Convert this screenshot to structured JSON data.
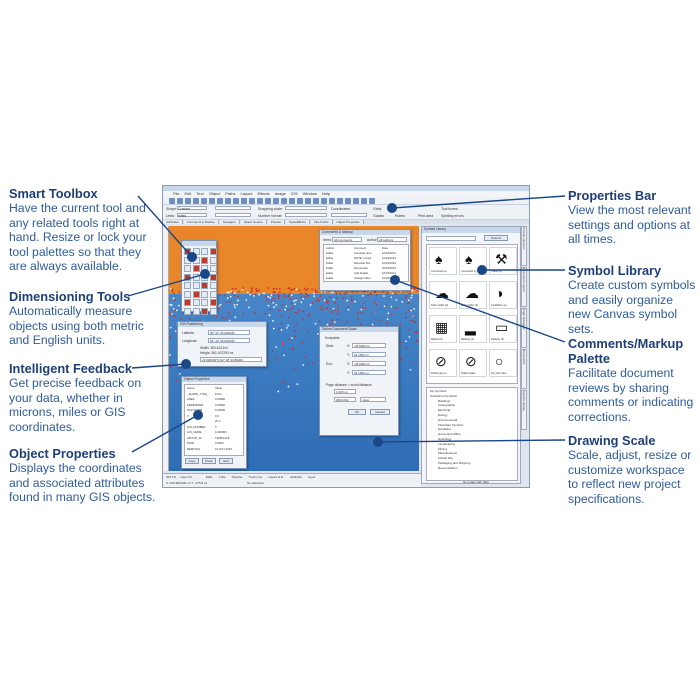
{
  "callouts_left": [
    {
      "title": "Smart Toolbox",
      "text": "Have the current tool and any related tools right at hand. Resize or lock your tool palettes so that they are always available."
    },
    {
      "title": "Dimensioning Tools",
      "text": "Automatically measure objects using both metric and English units."
    },
    {
      "title": "Intelligent Feedback",
      "text": "Get precise feedback on your data, whether in microns, miles or GIS coordinates."
    },
    {
      "title": "Object Properties",
      "text": "Displays the coordinates and associated attributes found in many GIS objects."
    }
  ],
  "callouts_right": [
    {
      "title": "Properties Bar",
      "text": "View the most relevant settings and options at all times."
    },
    {
      "title": "Symbol Library",
      "text": "Create custom symbols and easily organize new Canvas symbol sets."
    },
    {
      "title": "Comments/Markup Palette",
      "text": "Facilitate document reviews by sharing comments or indicating corrections."
    },
    {
      "title": "Drawing Scale",
      "text": "Scale, adjust, resize or customize workspace to reflect new project specifications."
    }
  ],
  "app": {
    "menu": [
      "File",
      "Edit",
      "Text",
      "Object",
      "Paths",
      "Layout",
      "Effects",
      "Image",
      "GIS",
      "Window",
      "Help"
    ],
    "propbar": {
      "shape_label": "Shape:",
      "shape_value": "Custom",
      "units_label": "Units:",
      "units_value": "miles",
      "snapping_label": "Snapping scale:",
      "number_format_label": "Number format:",
      "coordinates_label": "Coordinates:",
      "grids": "Grids",
      "guides": "Guides",
      "rulers": "Rulers",
      "tool_boxes": "Tool boxes",
      "print_area": "Print area",
      "spelling_errors": "Spelling errors"
    },
    "tabs": [
      "Attributes",
      "Comments & Markup",
      "Navigator",
      "Object Source",
      "Presets",
      "SpriteEffects",
      "Inks Points",
      "Object Properties"
    ],
    "gis_dialog": {
      "title": "GIS Positioning",
      "latitude_label": "Latitude:",
      "latitude": "30° 47' 45.000000\"",
      "longitude_label": "Longitude:",
      "longitude": "91° 20' 55.890000\"",
      "width": "Width: 383.44Z1mi",
      "height": "Height: 361.007293 mi",
      "readout": "23.000000°N 92° 28' 33.89400"
    },
    "comments_dialog": {
      "title": "Comments & Markup",
      "items_label": "Items:",
      "items_value": "All comments",
      "author_label": "Author:",
      "author_value": "All authors",
      "columns": [
        "Author",
        "Comment",
        "Date"
      ],
      "rows": [
        [
          "Eddie",
          "Annotate here",
          "10/18/2012"
        ],
        [
          "Eddie",
          "NOTE: review",
          "10/18/2012"
        ],
        [
          "Eddie",
          "Relocate this",
          "10/18/2012"
        ],
        [
          "Eddie",
          "Reconsider",
          "10/18/2012"
        ],
        [
          "Eddie",
          "Add details",
          "10/18/2012"
        ],
        [
          "Eddie",
          "Change label",
          "10/18/2012"
        ]
      ]
    },
    "scale_dialog": {
      "title": "Define Document Scale",
      "endpoints": "Endpoints",
      "start": "Start:",
      "end": "End:",
      "x": "X:",
      "y": "Y:",
      "start_x": "-26.5000 mi",
      "start_y": "62.1500 mi",
      "end_x": "-26.5000 mi",
      "end_y": "62.1500 mi",
      "page_distance": "Page distance = world distance",
      "page_value": "1.000 mi",
      "world_value": "2963.032",
      "unit": "miles",
      "ok": "OK",
      "cancel": "Cancel"
    },
    "object_props": {
      "title": "Object Properties",
      "columns": [
        "Name",
        "Value"
      ],
      "rows": [
        [
          "_SHAPE_TYPE_",
          "Point"
        ],
        [
          "AREA",
          "0.00000"
        ],
        [
          "PERIMETER",
          "0.00000"
        ],
        [
          "PLATNUMB",
          "0.00000"
        ],
        [
          "X",
          "0.0"
        ],
        [
          "Y",
          "20.0"
        ],
        [
          "GIS_NUMBER",
          "0"
        ],
        [
          "GIS_NAME",
          "0.000000"
        ],
        [
          "GROUP_ID",
          "TEMPLATE"
        ],
        [
          "DATE",
          "0.0000"
        ],
        [
          "REMOVAL",
          "10-OCT-1997"
        ]
      ],
      "buttons": [
        "Copy",
        "Paste",
        "Edit"
      ]
    },
    "symlib": {
      "title": "Symbol Library",
      "options": "Options",
      "symbols": [
        [
          "Converted sy...",
          "♠"
        ],
        [
          "Converted sy...",
          "♠"
        ],
        [
          "Crane (3)",
          "⚒"
        ],
        [
          "Dark model (3)",
          "☁"
        ],
        [
          "Dark model (4)",
          "☁"
        ],
        [
          "Ceditable vol...",
          "◑"
        ],
        [
          "Rafted (3)",
          "▦"
        ],
        [
          "Railway (3)",
          "▂"
        ],
        [
          "Railway (3)",
          "▭"
        ],
        [
          "Drilled gas w...",
          "⊘"
        ],
        [
          "Drilled water...",
          "⊘"
        ],
        [
          "Dry hole abe...",
          "○"
        ]
      ],
      "tree": [
        "My Symbols",
        "Predefined Symbols",
        "Buildings",
        "Cartographic",
        "Electrical",
        "Energy",
        "Environmental",
        "Flowchart Symbols",
        "Hardware",
        "Home and Office",
        "Hydrology",
        "Landscaping",
        "Mining",
        "Miscellaneous",
        "Oilwell Site",
        "Packaging and Shipping",
        "Recent Edition"
      ]
    },
    "vtabs": [
      "Canvas Libraries",
      "Document Layout",
      "Page Navigator",
      "Comments",
      "Symbol Library"
    ],
    "status": {
      "zoom": "363.7%",
      "layer": "Layer #1",
      "coords": "X: 226.986,000 mi Y: -275.6 mi",
      "selection": "No Selection",
      "image": "No image with data",
      "tabs": [
        "Edits",
        "cnfile",
        "Pipeline",
        "Truck Line",
        "Layers H.E.",
        "cardinals",
        "Layer"
      ]
    }
  },
  "colors": {
    "heading": "#1f3f78",
    "body": "#2f5c9c",
    "marker": "#1a4788",
    "land": "#e9862a",
    "ocean": "#3f7fc4"
  }
}
